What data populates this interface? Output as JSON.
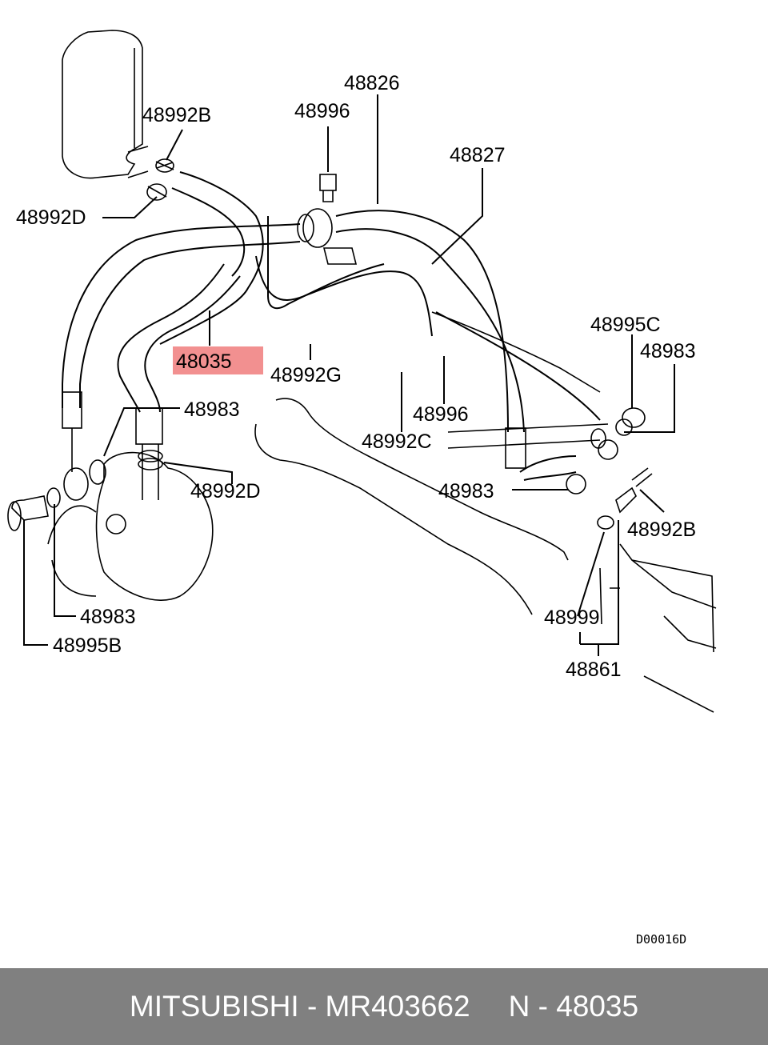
{
  "diagram": {
    "labels": {
      "p48826": "48826",
      "p48996_top": "48996",
      "p48992B_top": "48992B",
      "p48827": "48827",
      "p48992D_left": "48992D",
      "p48035": "48035",
      "p48992G": "48992G",
      "p48995C": "48995C",
      "p48983_right_top": "48983",
      "p48983_center": "48983",
      "p48996_mid": "48996",
      "p48992C": "48992C",
      "p48992D_bottom": "48992D",
      "p48983_right_mid": "48983",
      "p48992B_right": "48992B",
      "p48983_left": "48983",
      "p48995B": "48995B",
      "p48999": "48999",
      "p48861": "48861"
    },
    "code": "D00016D",
    "highlight_color": "#f07c7c"
  },
  "footer": {
    "brand": "MITSUBISHI",
    "separator": "-",
    "part_number": "MR403662",
    "n_label": "N",
    "n_value": "48035",
    "background": "#808080"
  }
}
